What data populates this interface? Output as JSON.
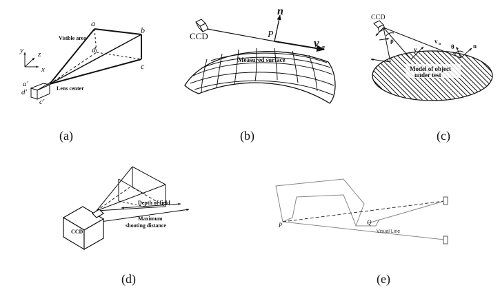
{
  "panel_a": {
    "caption": "(a)",
    "visible_area": "Visible area",
    "lens_center": "Lens center",
    "corner_a": "a",
    "corner_b": "b",
    "corner_c": "c",
    "corner_d": "d",
    "corner_a_prime": "a'",
    "corner_c_prime": "c'",
    "corner_d_prime": "d'",
    "axis_x": "x",
    "axis_y": "y",
    "axis_z": "z"
  },
  "panel_b": {
    "caption": "(b)",
    "ccd": "CCD",
    "normal": "n",
    "point": "P",
    "view_vector": "v",
    "view_vector_sub": "a",
    "surface": "Measured surface"
  },
  "panel_c": {
    "caption": "(c)",
    "ccd": "CCD",
    "rho": "ρ",
    "v": "v",
    "va": "v",
    "va_sub": "a",
    "theta": "θ",
    "n": "n",
    "model_line1": "Model of object",
    "model_line2": "under test"
  },
  "panel_d": {
    "caption": "(d)",
    "ccd": "CCD",
    "depth_of_field": "Depth of field",
    "max_line1": "Maximum",
    "max_line2": "shooting distance"
  },
  "panel_e": {
    "caption": "(e)",
    "point_p": "P",
    "point_q": "Q",
    "visual_line": "Visual Line"
  }
}
